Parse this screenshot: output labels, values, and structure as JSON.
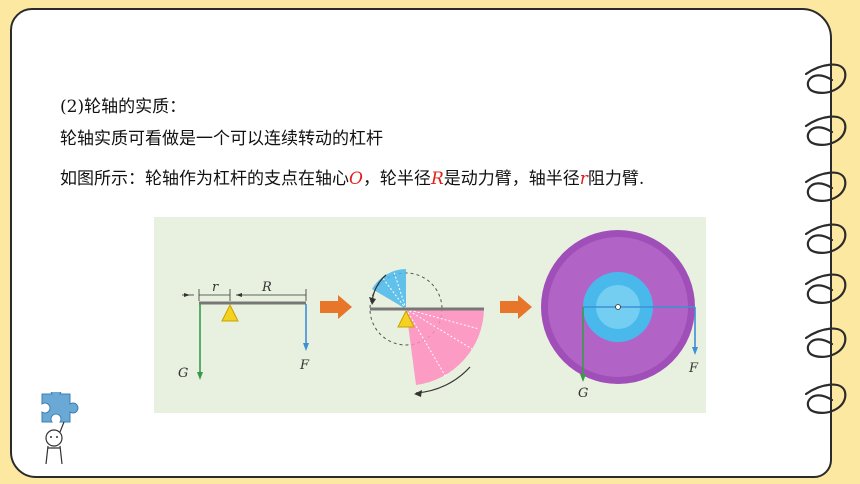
{
  "text": {
    "heading": "(2)轮轴的实质：",
    "line2": "轮轴实质可看做是一个可以连续转动的杠杆",
    "line3_part1": "如图所示：轮轴作为杠杆的支点在轴心",
    "line3_O": "O",
    "line3_part2": "，轮半径",
    "line3_R": "R",
    "line3_part3": "是动力臂，轴半径",
    "line3_r": "r",
    "line3_part4": "阻力臂."
  },
  "figure": {
    "label_r": "r",
    "label_R": "R",
    "label_G_left": "G",
    "label_F_left": "F",
    "label_G_right": "G",
    "label_F_right": "F"
  },
  "colors": {
    "background": "#fde8a1",
    "figure_bg": "#e8f1df",
    "accent_red": "#e0201b",
    "arrow_orange": "#e8762a",
    "wheel_purple": "#a04fb8",
    "axle_blue": "#49b9ec",
    "force_green": "#3a9a4b",
    "force_blue": "#3d8fd6"
  }
}
